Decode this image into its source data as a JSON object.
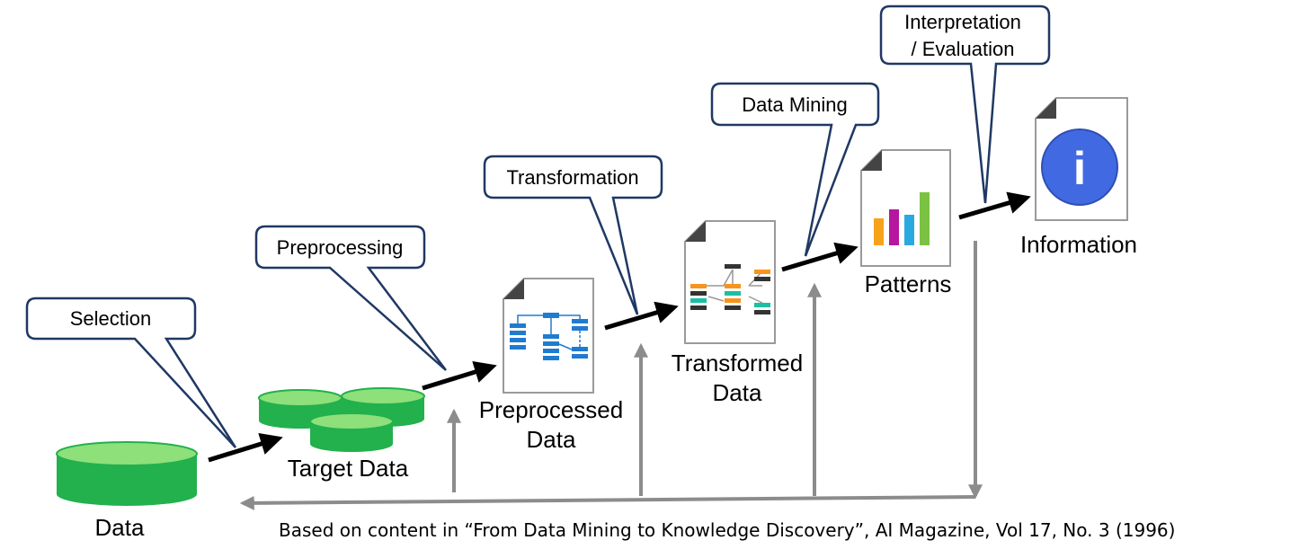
{
  "stages": {
    "data": "Data",
    "target_data": "Target Data",
    "preprocessed_line1": "Preprocessed",
    "preprocessed_line2": "Data",
    "transformed_line1": "Transformed",
    "transformed_line2": "Data",
    "patterns": "Patterns",
    "information": "Information"
  },
  "steps": {
    "selection": "Selection",
    "preprocessing": "Preprocessing",
    "transformation": "Transformation",
    "data_mining": "Data Mining",
    "interpretation_line1": "Interpretation",
    "interpretation_line2": "/ Evaluation"
  },
  "caption": "Based on content in “From Data Mining to Knowledge Discovery”, AI Magazine, Vol 17, No. 3 (1996)",
  "info_icon_glyph": "i",
  "colors": {
    "callout_border": "#1f3864",
    "cylinder_fill": "#22b14c",
    "cylinder_top": "#8ee07a",
    "feedback_arrow": "#8c8c8c",
    "flow_arrow": "#000000",
    "info_circle": "#4169e1",
    "bar_colors": [
      "#f7a21b",
      "#b5179e",
      "#2aa8e0",
      "#7cc242"
    ],
    "doc_blue": "#1f7bd0",
    "doc_orange": "#f7941d",
    "doc_teal": "#1bbfa3",
    "doc_dark": "#333333"
  },
  "icons": {
    "data": "database-cylinder-icon",
    "target_data": "database-cylinders-icon",
    "preprocessed": "flowchart-document-icon",
    "transformed": "tree-document-icon",
    "patterns": "bar-chart-document-icon",
    "information": "info-document-icon"
  }
}
